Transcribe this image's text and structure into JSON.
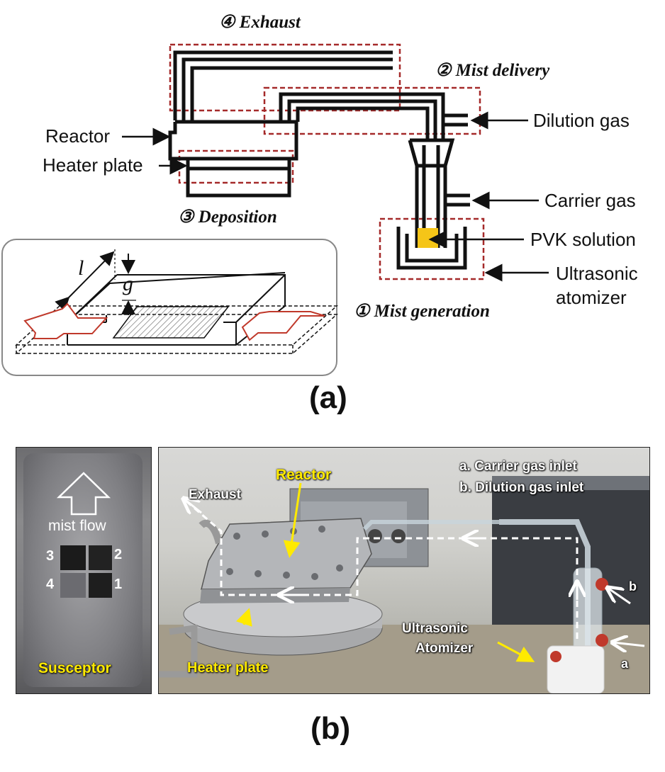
{
  "panel_a": {
    "steps": {
      "exhaust": "④ Exhaust",
      "mist_delivery": "② Mist delivery",
      "deposition": "③ Deposition",
      "mist_generation": "① Mist generation"
    },
    "labels": {
      "reactor": "Reactor",
      "heater_plate": "Heater plate",
      "dilution_gas": "Dilution gas",
      "carrier_gas": "Carrier gas",
      "pvk_solution": "PVK solution",
      "ultrasonic_line1": "Ultrasonic",
      "ultrasonic_line2": "atomizer"
    },
    "inset": {
      "length_symbol": "l",
      "gap_symbol": "g"
    },
    "letter": "(a)"
  },
  "panel_b": {
    "susceptor": {
      "flow_label": "mist flow",
      "numbers": [
        "3",
        "2",
        "4",
        "1"
      ],
      "caption": "Susceptor"
    },
    "photo": {
      "legend_a": "a. Carrier gas inlet",
      "legend_b": "b. Dilution gas inlet",
      "exhaust": "Exhaust",
      "reactor": "Reactor",
      "heater_plate": "Heater plate",
      "ultrasonic_line1": "Ultrasonic",
      "ultrasonic_line2": "Atomizer",
      "marker_a": "a",
      "marker_b": "b"
    },
    "letter": "(b)"
  },
  "colors": {
    "dashed_box": "#a52a2a",
    "pvk_solution": "#f5c518",
    "flow_arrow": "#c0392b",
    "highlight_text": "#ffea00"
  }
}
